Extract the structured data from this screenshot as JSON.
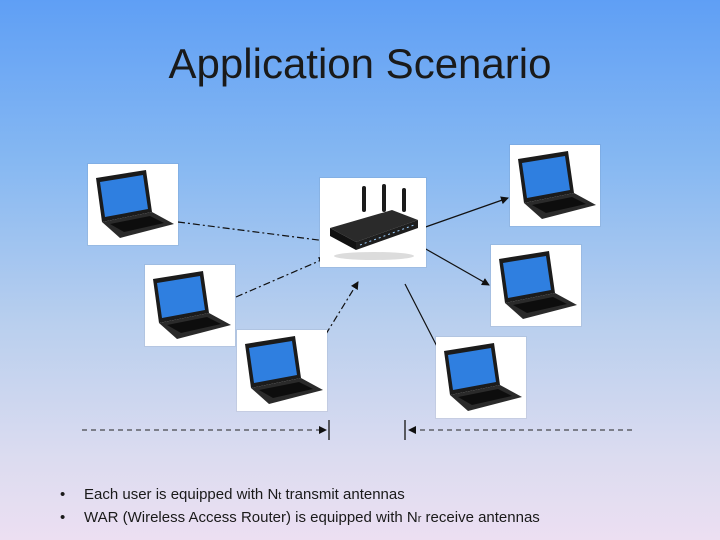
{
  "slide": {
    "title": "Application Scenario"
  },
  "bullets": [
    {
      "prefix": "Each user is equipped with  N",
      "subscript": "t",
      "suffix": " transmit antennas"
    },
    {
      "prefix": "WAR (Wireless Access Router) is  equipped with N",
      "subscript": "r",
      "suffix": " receive antennas"
    }
  ],
  "icons": {
    "laptop": "laptop-icon",
    "router": "wireless-router-icon"
  },
  "colors": {
    "background_top": "#5f9ff5",
    "background_bottom": "#ecdff2",
    "screen_blue": "#2f7fe0",
    "device_black": "#1b1b1b",
    "line": "#111111"
  }
}
